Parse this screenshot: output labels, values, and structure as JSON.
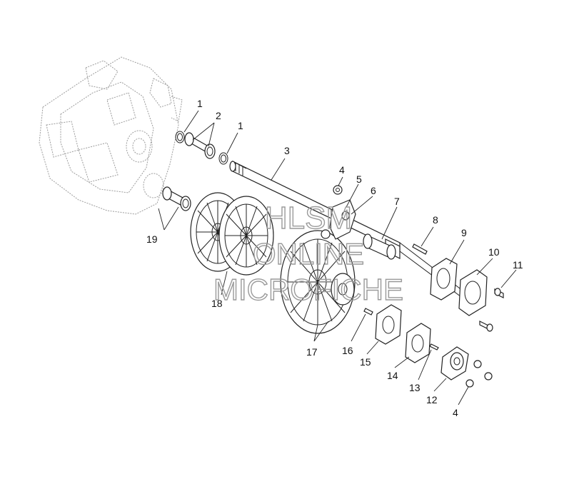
{
  "labels": {
    "l1a": "1",
    "l1b": "1",
    "l2": "2",
    "l3": "3",
    "l4a": "4",
    "l4b": "4",
    "l5": "5",
    "l6": "6",
    "l7": "7",
    "l8": "8",
    "l9": "9",
    "l10": "10",
    "l11": "11",
    "l12": "12",
    "l13": "13",
    "l14": "14",
    "l15": "15",
    "l16": "16",
    "l17": "17",
    "l18": "18",
    "l19": "19"
  },
  "watermark": {
    "line1": "HLSM",
    "line2": "ONLINE",
    "line3": "MICROFICHE"
  }
}
